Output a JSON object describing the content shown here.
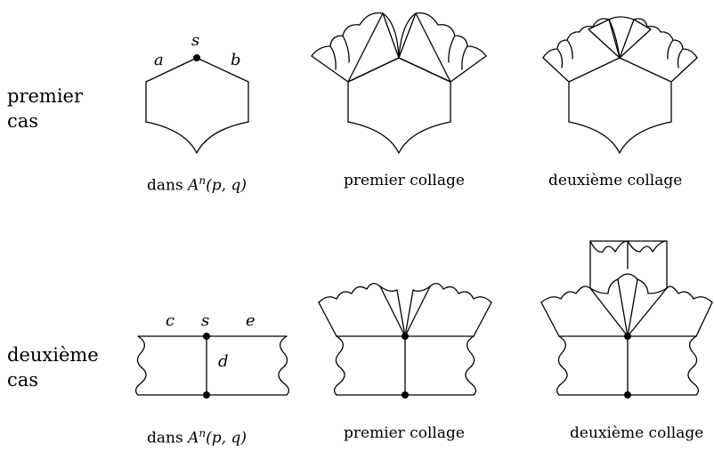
{
  "rows": [
    {
      "label_line1": "premier",
      "label_line2": "cas",
      "captions": {
        "original": {
          "prefix": "dans ",
          "math": "A",
          "sup": "n",
          "args": "(p, q)"
        },
        "first": "premier collage",
        "second": "deuxième collage"
      },
      "vertex_labels": {
        "a": "a",
        "s": "s",
        "b": "b"
      }
    },
    {
      "label_line1": "deuxième",
      "label_line2": "cas",
      "captions": {
        "original": {
          "prefix": "dans ",
          "math": "A",
          "sup": "n",
          "args": "(p, q)"
        },
        "first": "premier collage",
        "second": "deuxième collage"
      },
      "vertex_labels": {
        "c": "c",
        "s": "s",
        "e": "e",
        "d": "d"
      }
    }
  ]
}
